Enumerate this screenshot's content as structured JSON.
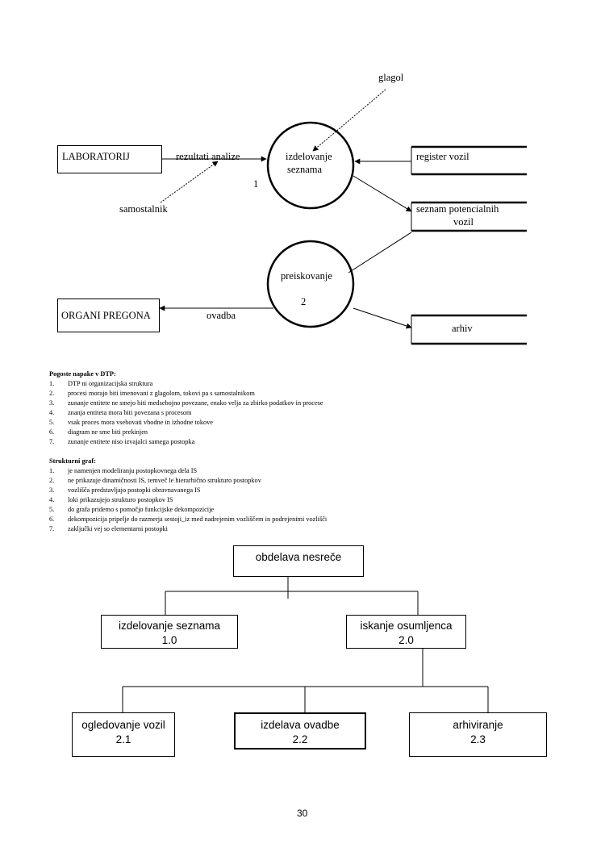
{
  "dfd": {
    "glagol": "glagol",
    "laboratorij": "LABORATORIJ",
    "rezultati_analize": "rezultati analize",
    "izdelovanje_line1": "izdelovanje",
    "izdelovanje_line2": "seznama",
    "process1_number": "1",
    "samostalnik": "samostalnik",
    "register_vozil": "register vozil",
    "seznam_line1": "seznam potencialnih",
    "seznam_line2": "vozil",
    "preiskovanje": "preiskovanje",
    "process2_number": "2",
    "organi_pregona": "ORGANI PREGONA",
    "ovadba": "ovadba",
    "arhiv": "arhiv"
  },
  "errors_section": {
    "heading": "Pogoste napake v DTP:",
    "items": [
      {
        "num": "1.",
        "text": "DTP ni organizacijska struktura"
      },
      {
        "num": "2.",
        "text": "procesi morajo biti imenovani z glagolom, tokovi pa s samostalnikom"
      },
      {
        "num": "3.",
        "text": "zunanje entitete ne smejo biti medsebojno povezane, enako velja za zbirko podatkov in procese"
      },
      {
        "num": "4.",
        "text": "znanja entiteta mora biti povezana s procesom"
      },
      {
        "num": "5.",
        "text": "vsak proces mora vsebovati vhodne in izhodne tokove"
      },
      {
        "num": "6.",
        "text": "diagram ne sme biti prekinjen"
      },
      {
        "num": "7.",
        "text": "zunanje entitete niso izvajalci samega postopka"
      }
    ]
  },
  "graph_section": {
    "heading": "Strukturni graf:",
    "items": [
      {
        "num": "1.",
        "text": "je namenjen modeliranju postopkovnega dela IS"
      },
      {
        "num": "2.",
        "text": "ne prikazuje dinamičnosti IS, temveč le hierarhično strukturo postopkov"
      },
      {
        "num": "3.",
        "text": "vozlišča predstavljajo postopki obravnavanega IS"
      },
      {
        "num": "4.",
        "text": "loki prikazujejo strukturo postopkov IS"
      },
      {
        "num": "5.",
        "text": "do grafa pridemo s pomočjo funkcijske dekompozicije"
      },
      {
        "num": "6.",
        "text": "dekompozicija pripelje do razmerja sestoji_iz med nadrejenim vozliščem in podrejenimi vozlišči"
      },
      {
        "num": "7.",
        "text": "zaključki vej so elementarni postopki"
      }
    ]
  },
  "structure_chart": {
    "root": "obdelava nesreče",
    "n1_title": "izdelovanje seznama",
    "n1_num": "1.0",
    "n2_title": "iskanje osumljenca",
    "n2_num": "2.0",
    "n21_title": "ogledovanje vozil",
    "n21_num": "2.1",
    "n22_title": "izdelava ovadbe",
    "n22_num": "2.2",
    "n23_title": "arhiviranje",
    "n23_num": "2.3"
  },
  "page_number": "30"
}
